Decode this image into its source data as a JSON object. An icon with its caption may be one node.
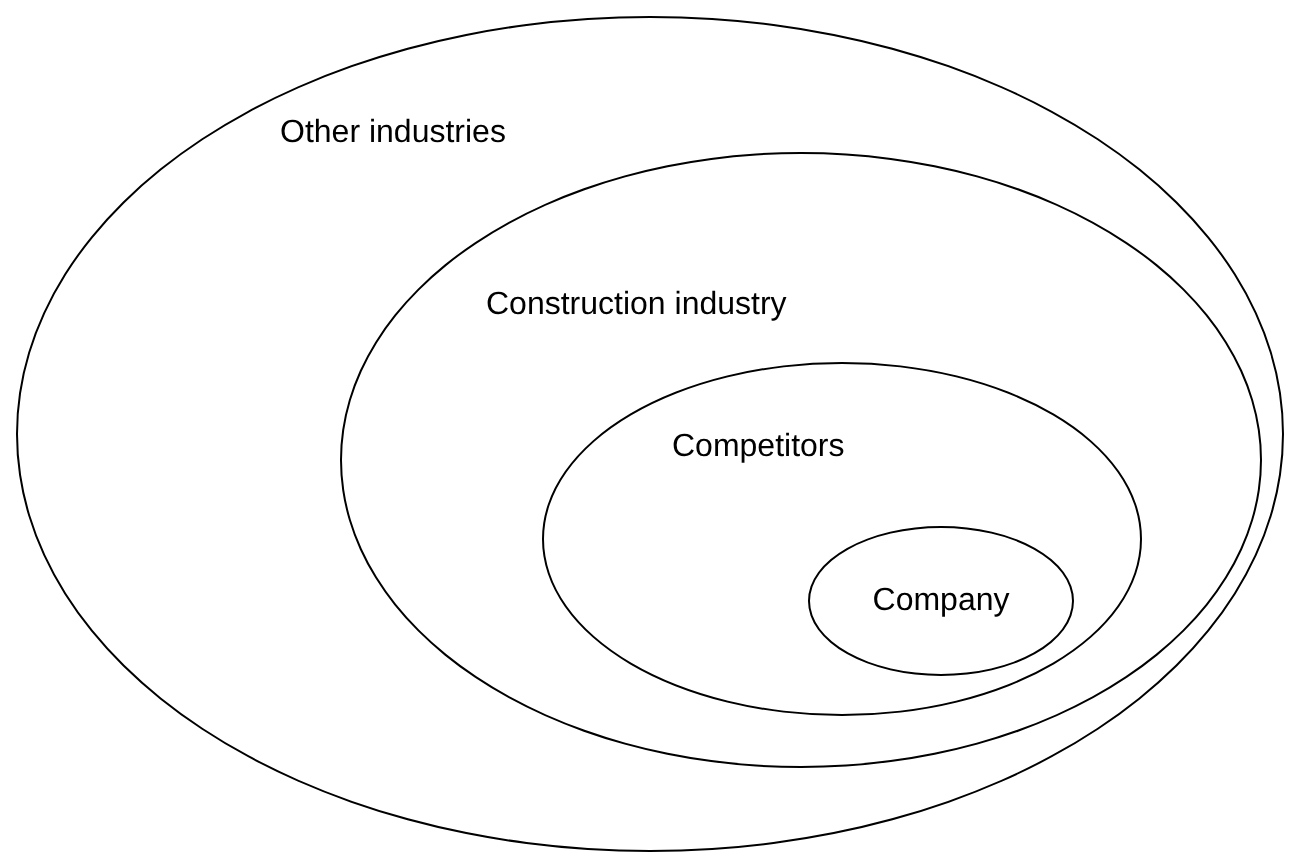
{
  "diagram": {
    "nodes": [
      {
        "text": [
          "Other industries"
        ]
      },
      {
        "text": [
          "Construction industry"
        ],
        "in": 0
      },
      {
        "text": [
          "Competitors"
        ],
        "in": 1
      },
      {
        "text": [
          "Company"
        ],
        "in": 2
      }
    ]
  }
}
